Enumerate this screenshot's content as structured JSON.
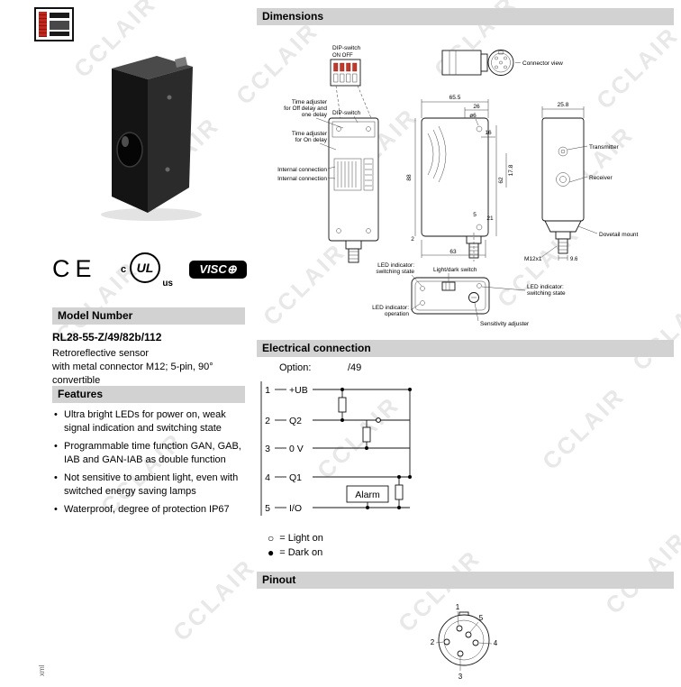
{
  "page": {
    "watermark": "CCLAIR",
    "side_text": "xml"
  },
  "certifications": {
    "ce": "CE",
    "ul": "UL",
    "ul_c": "c",
    "ul_us": "us",
    "visolux": "VISC⊕"
  },
  "model": {
    "header": "Model Number",
    "number": "RL28-55-Z/49/82b/112",
    "type": "Retroreflective sensor",
    "description": "with metal connector M12; 5-pin, 90° convertible"
  },
  "features": {
    "header": "Features",
    "items": [
      "Ultra bright LEDs for power on, weak signal indication and switching state",
      "Programmable time function GAN, GAB, IAB and GAN-IAB as double function",
      "Not sensitive to ambient light, even with switched energy saving lamps",
      "Waterproof, degree of protection IP67"
    ]
  },
  "dimensions": {
    "header": "Dimensions",
    "dip_switch_detail": "DIP-switch",
    "on_off": "ON OFF",
    "connector_view": "Connector view",
    "time_adjuster_off_1": "Time adjuster",
    "time_adjuster_off_2": "for Off delay and",
    "time_adjuster_off_3": "one delay",
    "dip_switch": "DIP-switch",
    "time_adjuster_on_1": "Time adjuster",
    "time_adjuster_on_2": "for On delay",
    "internal_connection_1": "Internal connection",
    "internal_connection_2": "Internal connection",
    "transmitter": "Transmitter",
    "receiver": "Receiver",
    "dovetail_mount": "Dovetail mount",
    "led_switching_left_1": "LED indicator:",
    "led_switching_left_2": "switching state",
    "light_dark_switch": "Light/dark switch",
    "led_switching_right_1": "LED indicator:",
    "led_switching_right_2": "switching state",
    "led_operation_1": "LED indicator:",
    "led_operation_2": "operation",
    "sensitivity_adjuster": "Sensitivity adjuster",
    "dims": {
      "w_total": "65.5",
      "w_26": "26",
      "dia6": "ø6",
      "h_88": "88",
      "h_62": "62",
      "d_16": "16",
      "d_178": "17.8",
      "d_5": "5",
      "d_21": "21",
      "d_2": "2",
      "w_63": "63",
      "w_258": "25.8",
      "d_96": "9.6",
      "m12": "M12x1"
    }
  },
  "electrical": {
    "header": "Electrical connection",
    "option_label": "Option:",
    "option_value": "/49",
    "pins": [
      {
        "num": "1",
        "label": "+UB"
      },
      {
        "num": "2",
        "label": "Q2"
      },
      {
        "num": "3",
        "label": "0 V"
      },
      {
        "num": "4",
        "label": "Q1"
      },
      {
        "num": "5",
        "label": "I/O"
      }
    ],
    "alarm": "Alarm",
    "legend": [
      {
        "symbol": "○",
        "text": "= Light on"
      },
      {
        "symbol": "●",
        "text": "= Dark on"
      }
    ]
  },
  "pinout": {
    "header": "Pinout",
    "pins": [
      "1",
      "2",
      "3",
      "4",
      "5"
    ]
  }
}
